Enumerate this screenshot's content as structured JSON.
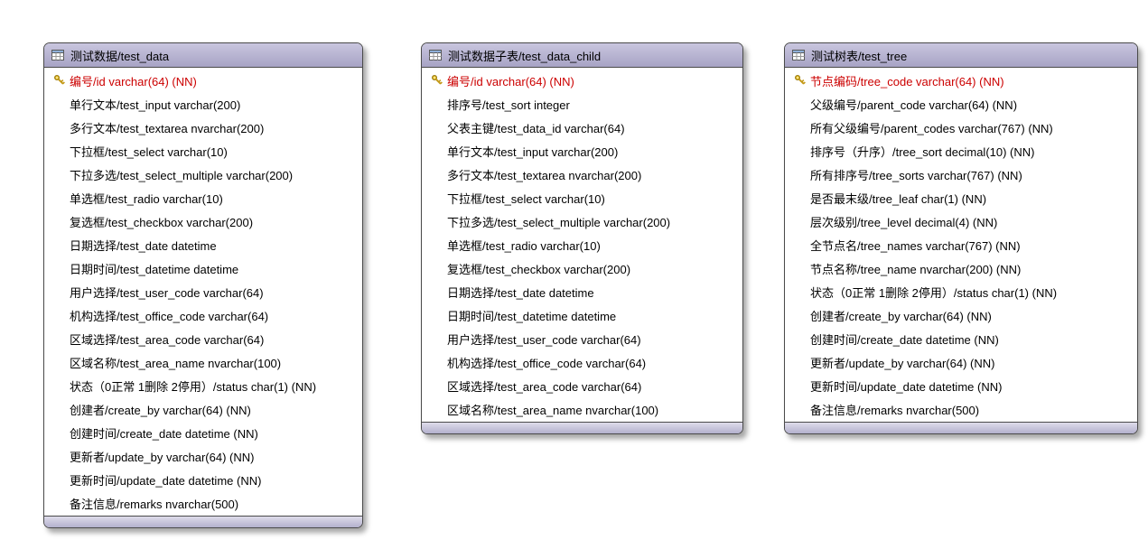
{
  "colors": {
    "header_bg": "#aeaacb",
    "footer_bg": "#c9c7da",
    "box_border": "#4a4a4a",
    "primary_key_text": "#cc0000",
    "field_text": "#000000",
    "key_icon_gold": "#e0b420",
    "body_bg": "#ffffff"
  },
  "icons": {
    "header_icon": "table-grid-icon",
    "primary_key_icon": "key-icon"
  },
  "tables": [
    {
      "title": "测试数据/test_data",
      "fields": [
        {
          "label": "编号/id varchar(64) (NN)",
          "pk": true
        },
        {
          "label": "单行文本/test_input varchar(200)",
          "pk": false
        },
        {
          "label": "多行文本/test_textarea nvarchar(200)",
          "pk": false
        },
        {
          "label": "下拉框/test_select varchar(10)",
          "pk": false
        },
        {
          "label": "下拉多选/test_select_multiple varchar(200)",
          "pk": false
        },
        {
          "label": "单选框/test_radio varchar(10)",
          "pk": false
        },
        {
          "label": "复选框/test_checkbox varchar(200)",
          "pk": false
        },
        {
          "label": "日期选择/test_date datetime",
          "pk": false
        },
        {
          "label": "日期时间/test_datetime datetime",
          "pk": false
        },
        {
          "label": "用户选择/test_user_code varchar(64)",
          "pk": false
        },
        {
          "label": "机构选择/test_office_code varchar(64)",
          "pk": false
        },
        {
          "label": "区域选择/test_area_code varchar(64)",
          "pk": false
        },
        {
          "label": "区域名称/test_area_name nvarchar(100)",
          "pk": false
        },
        {
          "label": "状态（0正常 1删除 2停用）/status char(1) (NN)",
          "pk": false
        },
        {
          "label": "创建者/create_by varchar(64) (NN)",
          "pk": false
        },
        {
          "label": "创建时间/create_date datetime (NN)",
          "pk": false
        },
        {
          "label": "更新者/update_by varchar(64) (NN)",
          "pk": false
        },
        {
          "label": "更新时间/update_date datetime (NN)",
          "pk": false
        },
        {
          "label": "备注信息/remarks nvarchar(500)",
          "pk": false
        }
      ]
    },
    {
      "title": "测试数据子表/test_data_child",
      "fields": [
        {
          "label": "编号/id varchar(64) (NN)",
          "pk": true
        },
        {
          "label": "排序号/test_sort integer",
          "pk": false
        },
        {
          "label": "父表主键/test_data_id varchar(64)",
          "pk": false
        },
        {
          "label": "单行文本/test_input varchar(200)",
          "pk": false
        },
        {
          "label": "多行文本/test_textarea nvarchar(200)",
          "pk": false
        },
        {
          "label": "下拉框/test_select varchar(10)",
          "pk": false
        },
        {
          "label": "下拉多选/test_select_multiple varchar(200)",
          "pk": false
        },
        {
          "label": "单选框/test_radio varchar(10)",
          "pk": false
        },
        {
          "label": "复选框/test_checkbox varchar(200)",
          "pk": false
        },
        {
          "label": "日期选择/test_date datetime",
          "pk": false
        },
        {
          "label": "日期时间/test_datetime datetime",
          "pk": false
        },
        {
          "label": "用户选择/test_user_code varchar(64)",
          "pk": false
        },
        {
          "label": "机构选择/test_office_code varchar(64)",
          "pk": false
        },
        {
          "label": "区域选择/test_area_code varchar(64)",
          "pk": false
        },
        {
          "label": "区域名称/test_area_name nvarchar(100)",
          "pk": false
        }
      ]
    },
    {
      "title": "测试树表/test_tree",
      "fields": [
        {
          "label": "节点编码/tree_code varchar(64) (NN)",
          "pk": true
        },
        {
          "label": "父级编号/parent_code varchar(64) (NN)",
          "pk": false
        },
        {
          "label": "所有父级编号/parent_codes varchar(767) (NN)",
          "pk": false
        },
        {
          "label": "排序号（升序）/tree_sort decimal(10) (NN)",
          "pk": false
        },
        {
          "label": "所有排序号/tree_sorts varchar(767) (NN)",
          "pk": false
        },
        {
          "label": "是否最末级/tree_leaf char(1) (NN)",
          "pk": false
        },
        {
          "label": "层次级别/tree_level decimal(4) (NN)",
          "pk": false
        },
        {
          "label": "全节点名/tree_names varchar(767) (NN)",
          "pk": false
        },
        {
          "label": "节点名称/tree_name nvarchar(200) (NN)",
          "pk": false
        },
        {
          "label": "状态（0正常 1删除 2停用）/status char(1) (NN)",
          "pk": false
        },
        {
          "label": "创建者/create_by varchar(64) (NN)",
          "pk": false
        },
        {
          "label": "创建时间/create_date datetime (NN)",
          "pk": false
        },
        {
          "label": "更新者/update_by varchar(64) (NN)",
          "pk": false
        },
        {
          "label": "更新时间/update_date datetime (NN)",
          "pk": false
        },
        {
          "label": "备注信息/remarks nvarchar(500)",
          "pk": false
        }
      ]
    }
  ]
}
